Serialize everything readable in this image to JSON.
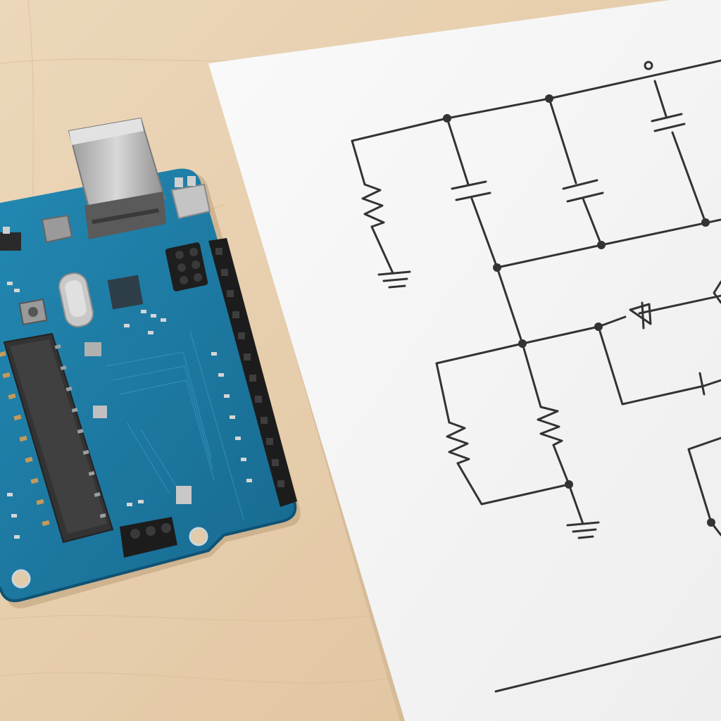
{
  "scene": {
    "description_tag": "photo",
    "objects": [
      {
        "name": "microcontroller-board",
        "kind": "electronics"
      },
      {
        "name": "circuit-schematic-paper",
        "kind": "paper"
      }
    ]
  },
  "colors": {
    "desk": "#e8d2b4",
    "desk_grain": "#dcc3a0",
    "paper": "#f6f6f4",
    "paper_shadow": "#d9c2a2",
    "board": "#1f7fa8",
    "board_dark": "#165f80",
    "chip": "#3a3a3a",
    "header": "#2a2a2a",
    "metal": "#b8b8b8",
    "ink": "#333333"
  },
  "icons": [
    "resistor-icon",
    "capacitor-icon",
    "ground-icon",
    "diode-icon",
    "junction-dot-icon"
  ]
}
